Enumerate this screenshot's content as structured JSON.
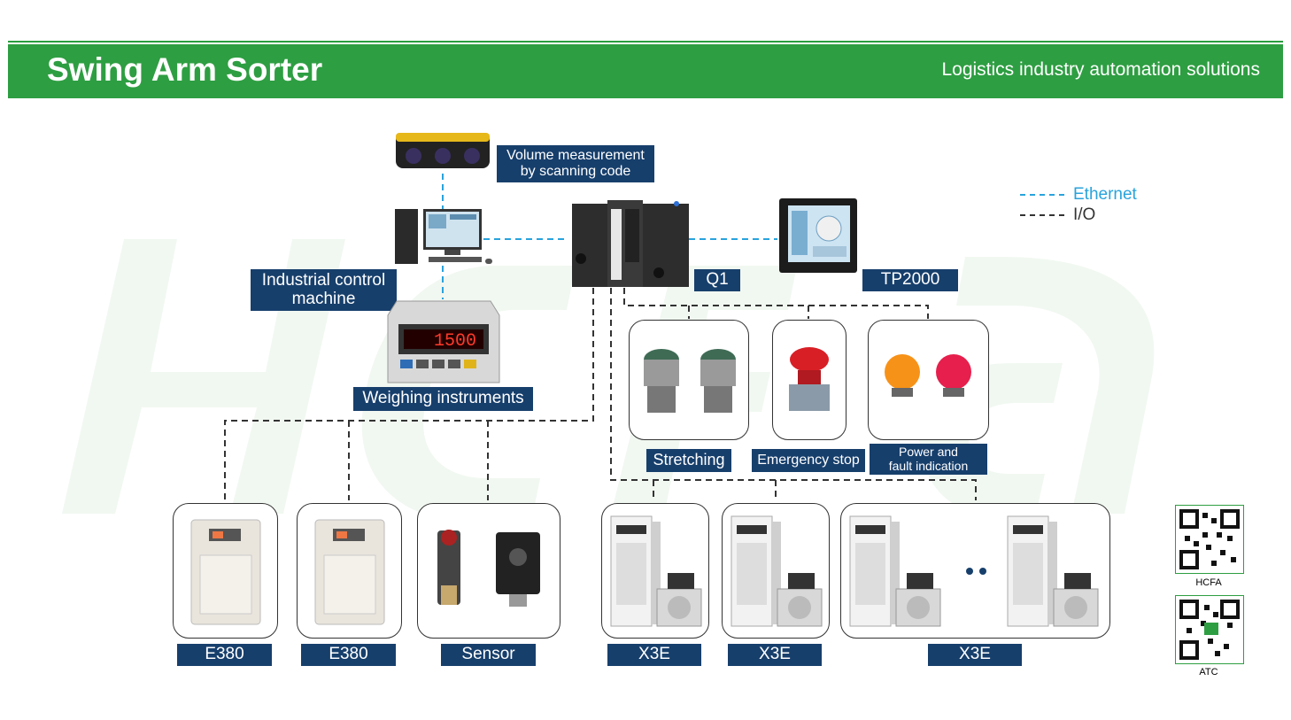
{
  "header": {
    "title": "Swing Arm Sorter",
    "subtitle": "Logistics industry automation solutions"
  },
  "legend": {
    "ethernet": {
      "label": "Ethernet",
      "color": "#29a3dc"
    },
    "io": {
      "label": "I/O",
      "color": "#333333"
    }
  },
  "labels": {
    "scanner": [
      "Volume measurement",
      "by scanning code"
    ],
    "ipc": [
      "Industrial control",
      "machine"
    ],
    "weigh": "Weighing instruments",
    "q1": "Q1",
    "tp2000": "TP2000",
    "stretching": "Stretching",
    "estop": "Emergency stop",
    "power": [
      "Power and",
      "fault indication"
    ],
    "e380a": "E380",
    "e380b": "E380",
    "sensor": "Sensor",
    "x3e_a": "X3E",
    "x3e_b": "X3E",
    "x3e_c": "X3E",
    "weigh_display": "1500"
  },
  "qr": [
    {
      "caption": "HCFA"
    },
    {
      "caption": "ATC"
    }
  ],
  "colors": {
    "header_green": "#2e9e42",
    "label_navy": "#173f6c"
  }
}
